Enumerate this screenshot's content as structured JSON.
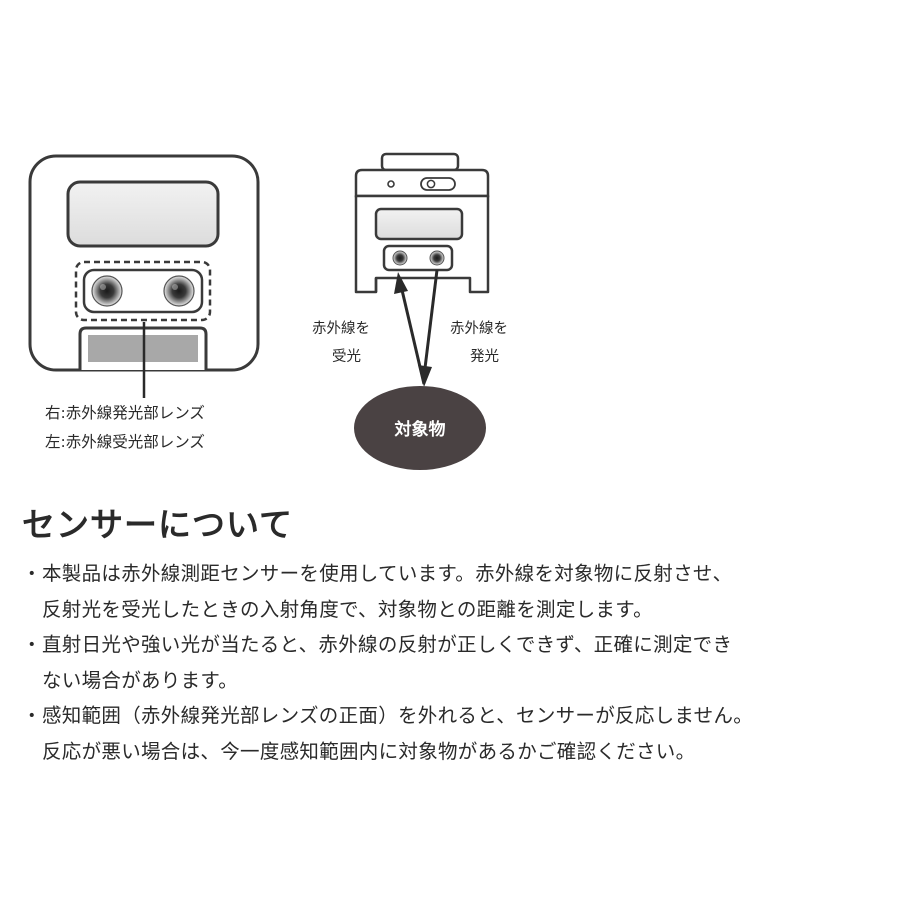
{
  "diagram": {
    "left_callout": {
      "line1": "右:赤外線発光部レンズ",
      "line2": "左:赤外線受光部レンズ"
    },
    "receive_label": {
      "line1": "赤外線を",
      "line2": "受光"
    },
    "emit_label": {
      "line1": "赤外線を",
      "line2": "発光"
    },
    "target_label": "対象物"
  },
  "section": {
    "title": "センサーについて",
    "bullet": "・",
    "items": [
      {
        "lines": [
          "本製品は赤外線測距センサーを使用しています。赤外線を対象物に反射させ、",
          "反射光を受光したときの入射角度で、対象物との距離を測定します。"
        ]
      },
      {
        "lines": [
          "直射日光や強い光が当たると、赤外線の反射が正しくできず、正確に測定でき",
          "ない場合があります。"
        ]
      },
      {
        "lines": [
          "感知範囲（赤外線発光部レンズの正面）を外れると、センサーが反応しません。",
          "反応が悪い場合は、今一度感知範囲内に対象物があるかご確認ください。"
        ]
      }
    ]
  }
}
